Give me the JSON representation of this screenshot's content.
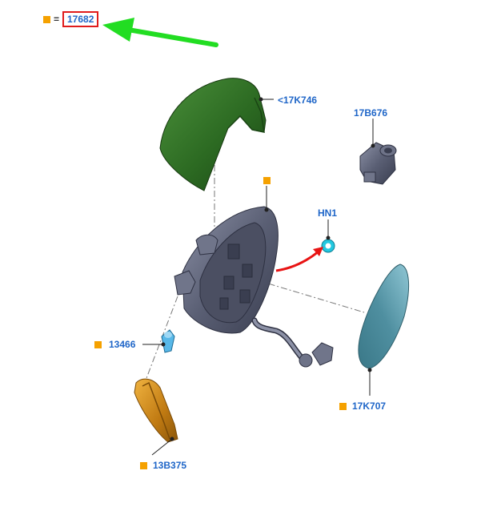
{
  "header": {
    "ref_part": "17682",
    "equals": "="
  },
  "parts": {
    "cover": "<17K746",
    "motor": "17B676",
    "nut": "HN1",
    "bulb": "13466",
    "glass": "17K707",
    "indicator": "13B375"
  },
  "colors": {
    "link": "#1f66c8",
    "marker": "#f5a100",
    "highlight_box": "#e01c1c",
    "pointer_arrow": "#22dd22",
    "callout_arrow": "#e81414",
    "cover": "#2e6a24",
    "housing": "#5d6276",
    "glass": "#4f8fa0",
    "indicator": "#d08b1a",
    "bulb": "#58b8e8",
    "nut": "#22c8e0"
  }
}
